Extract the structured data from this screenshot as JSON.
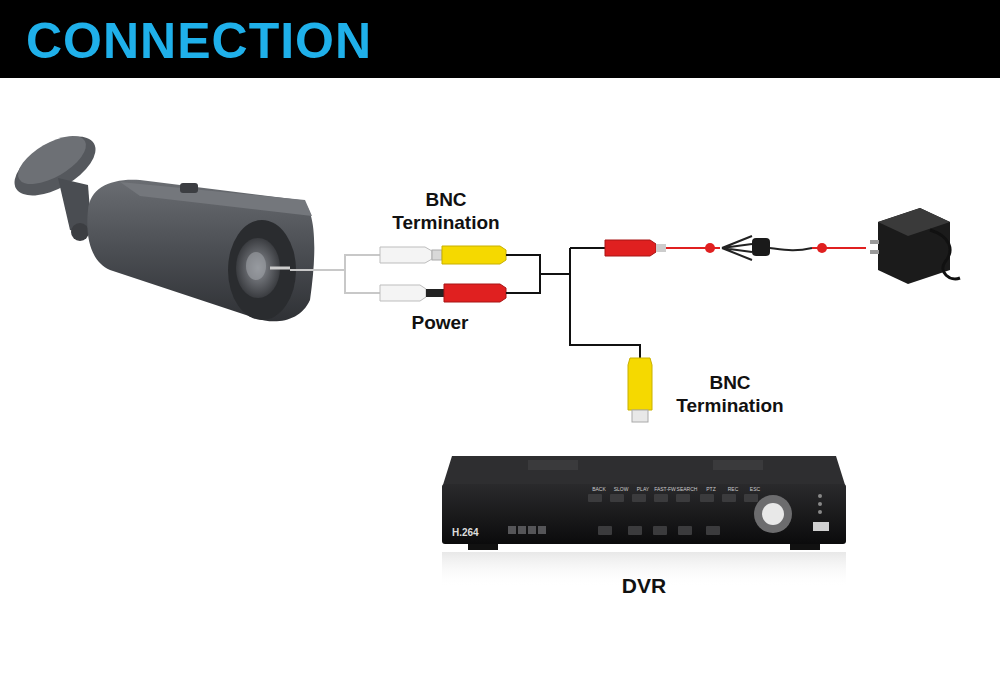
{
  "diagram": {
    "title": "CONNECTION",
    "nodes": [
      {
        "text": [
          "DVR"
        ]
      }
    ],
    "labels": [
      "BNC Termination",
      "Power",
      "BNC Termination",
      "H.264",
      "BACK",
      "SLOW",
      "PLAY",
      "FAST-FW",
      "SEARCH",
      "PTZ",
      "REC",
      "ESC"
    ]
  }
}
